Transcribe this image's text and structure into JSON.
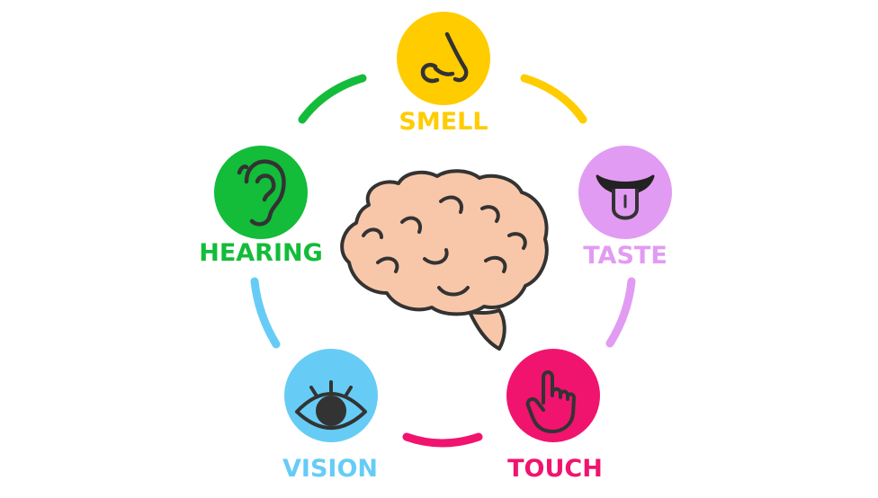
{
  "senses": [
    {
      "key": "smell",
      "label": "SMELL",
      "color": "#FFCC00",
      "icon": "nose-icon"
    },
    {
      "key": "taste",
      "label": "TASTE",
      "color": "#E29BF2",
      "icon": "tongue-icon"
    },
    {
      "key": "touch",
      "label": "TOUCH",
      "color": "#F0146E",
      "icon": "pointing-hand-icon"
    },
    {
      "key": "vision",
      "label": "VISION",
      "color": "#66CCF5",
      "icon": "eye-icon"
    },
    {
      "key": "hearing",
      "label": "HEARING",
      "color": "#13BC39",
      "icon": "ear-icon"
    }
  ],
  "center": {
    "icon": "brain-icon",
    "fill": "#F8C7A9",
    "stroke": "#333333"
  },
  "icon_stroke": "#333333"
}
